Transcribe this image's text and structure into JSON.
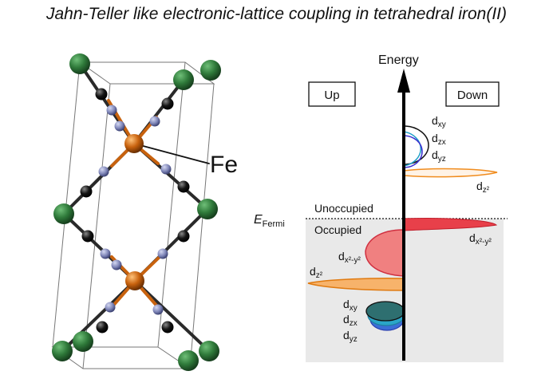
{
  "title": "Jahn-Teller like electronic-lattice coupling in tetrahedral iron(II)",
  "structure": {
    "fe_label": "Fe"
  },
  "diagram": {
    "axis_label": "Energy",
    "spin_up": "Up",
    "spin_down": "Down",
    "fermi_main": "E",
    "fermi_sub": "Fermi",
    "unoccupied": "Unoccupied",
    "occupied": "Occupied",
    "orbitals": {
      "d_main": "d",
      "xy": "xy",
      "zx": "zx",
      "yz": "yz",
      "z2": "z²",
      "x2y2": "x²-y²"
    }
  },
  "colors": {
    "fe_atom": "#c8620e",
    "green_atom": "#2f7a3a",
    "n_atom": "#7f86b8",
    "c_atom": "#151515",
    "red_lobe": "#e8404a",
    "pink_lobe": "#f08080",
    "orange_lobe": "#f7b36b",
    "blue_lobe": "#3b6fd6",
    "teal_lobe": "#2e8f8a",
    "occupied_bg": "#e9e9e9"
  }
}
